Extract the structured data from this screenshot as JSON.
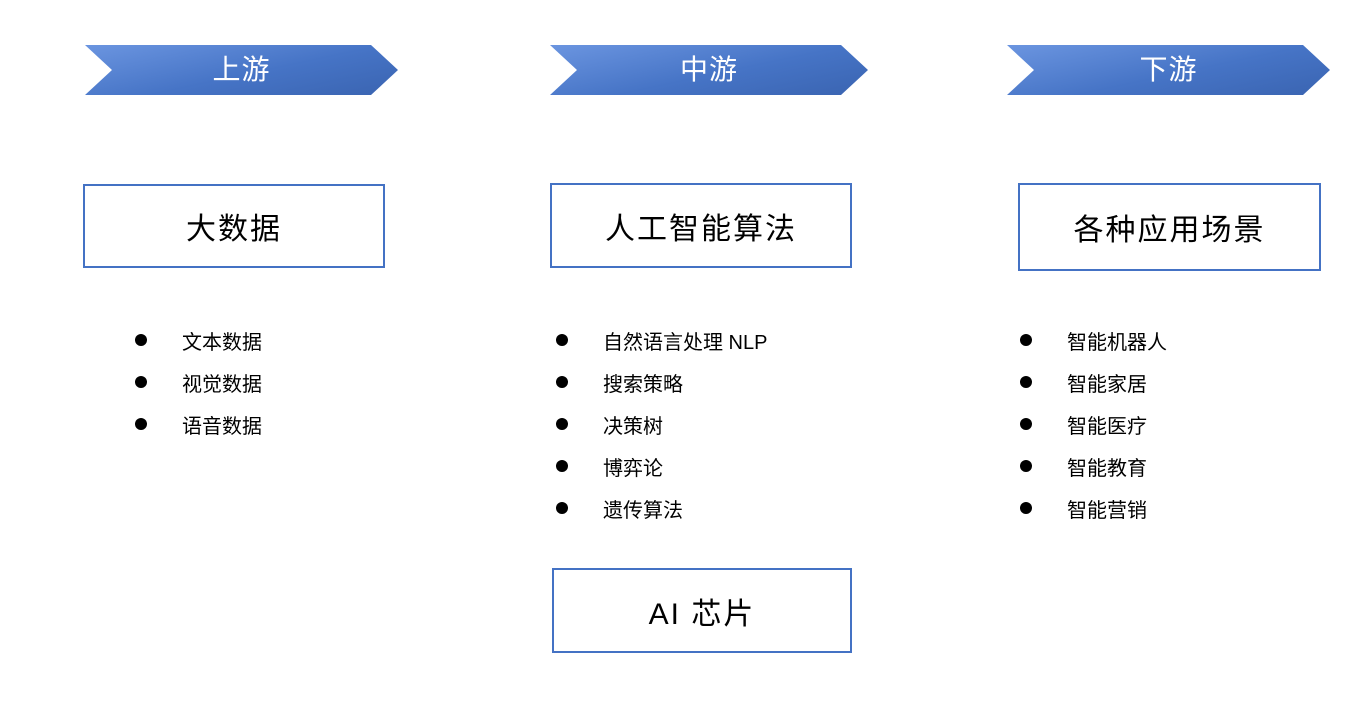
{
  "diagram": {
    "columns": [
      {
        "id": "upstream",
        "banner_label": "上游",
        "box_label": "大数据",
        "items": [
          "文本数据",
          "视觉数据",
          "语音数据"
        ]
      },
      {
        "id": "midstream",
        "banner_label": "中游",
        "box_label": "人工智能算法",
        "items": [
          "自然语言处理 NLP",
          "搜索策略",
          "决策树",
          "博弈论",
          "遗传算法"
        ],
        "extra_box_label": "AI 芯片"
      },
      {
        "id": "downstream",
        "banner_label": "下游",
        "box_label": "各种应用场景",
        "items": [
          "智能机器人",
          "智能家居",
          "智能医疗",
          "智能教育",
          "智能营销"
        ]
      }
    ],
    "colors": {
      "arrow_gradient_top": "#6b95e0",
      "arrow_gradient_bottom": "#3a64b1",
      "arrow_text": "#ffffff",
      "box_border": "#4472c4",
      "box_background": "#ffffff",
      "text": "#000000",
      "bullet": "#000000",
      "page_background": "#ffffff"
    }
  }
}
